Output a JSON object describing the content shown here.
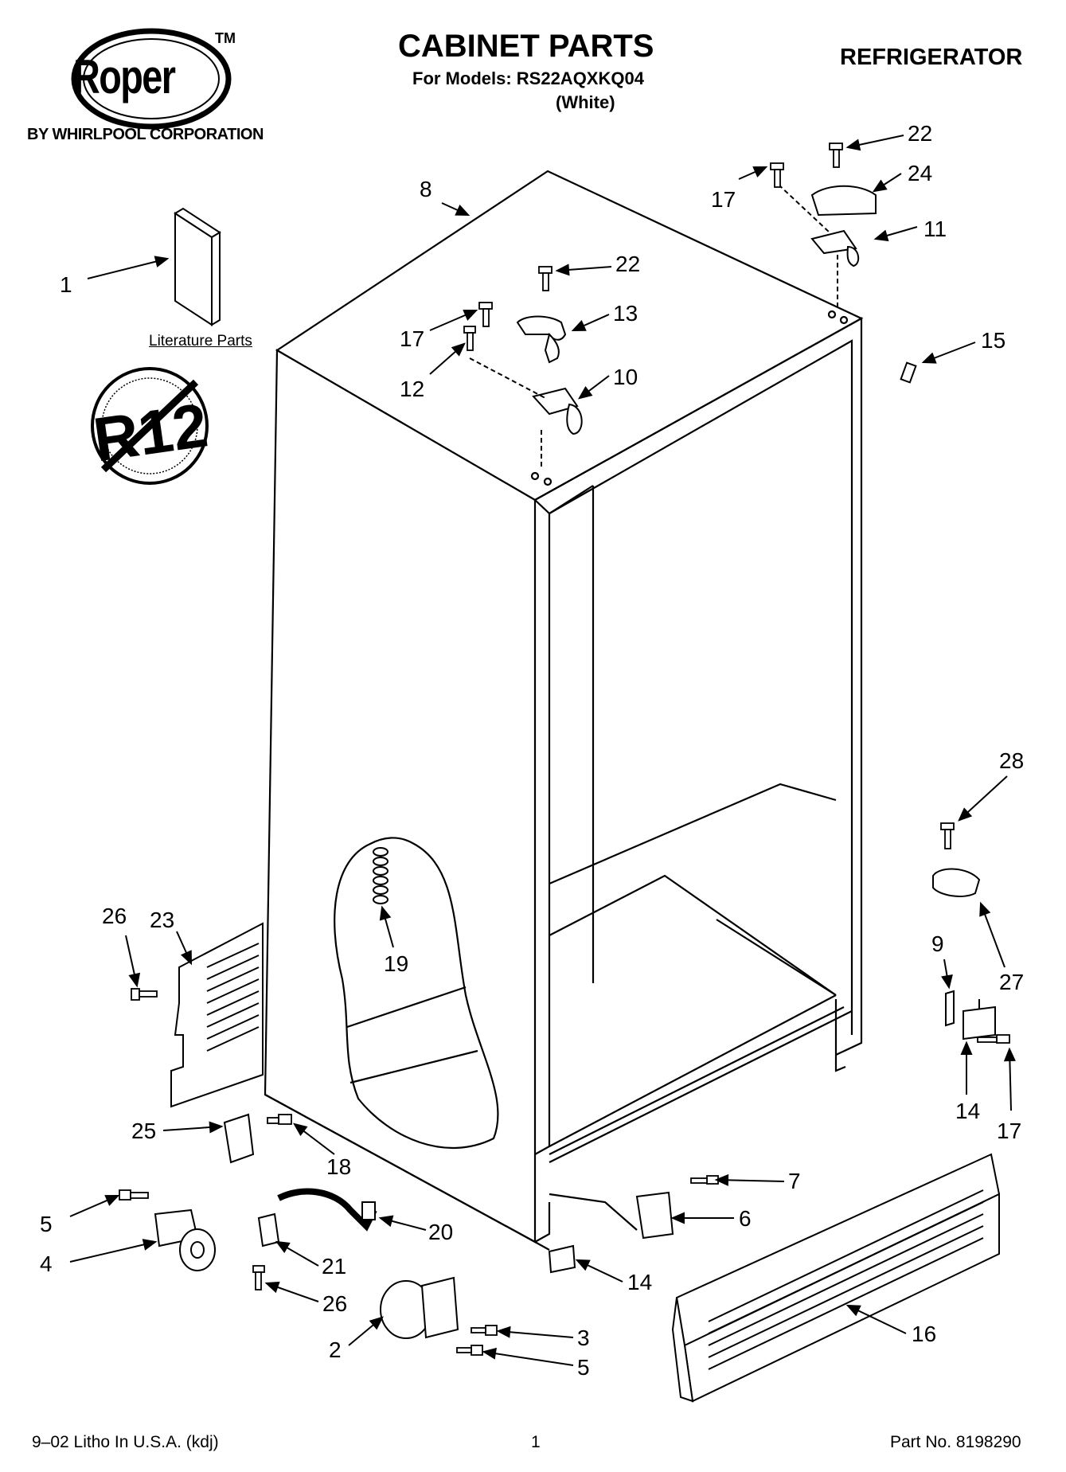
{
  "header": {
    "brand": "Roper",
    "trademark": "TM",
    "byline": "BY WHIRLPOOL CORPORATION",
    "title": "CABINET PARTS",
    "models": "For Models: RS22AQXKQ04",
    "color": "(White)",
    "product": "REFRIGERATOR"
  },
  "literature_label": "Literature Parts",
  "badge": {
    "text": "R12",
    "meaning": "no-R12-refrigerant"
  },
  "callouts": {
    "c1": "1",
    "c2": "2",
    "c3": "3",
    "c4": "4",
    "c5a": "5",
    "c5b": "5",
    "c6": "6",
    "c7": "7",
    "c8": "8",
    "c9": "9",
    "c10": "10",
    "c11": "11",
    "c12": "12",
    "c13": "13",
    "c14a": "14",
    "c14b": "14",
    "c15": "15",
    "c16": "16",
    "c17a": "17",
    "c17b": "17",
    "c17c": "17",
    "c18": "18",
    "c19": "19",
    "c20": "20",
    "c21": "21",
    "c22a": "22",
    "c22b": "22",
    "c23": "23",
    "c24": "24",
    "c25": "25",
    "c26a": "26",
    "c26b": "26",
    "c27": "27",
    "c28": "28"
  },
  "footer": {
    "litho": "9–02 Litho In U.S.A. (kdj)",
    "page": "1",
    "part_no": "Part No. 8198290"
  }
}
